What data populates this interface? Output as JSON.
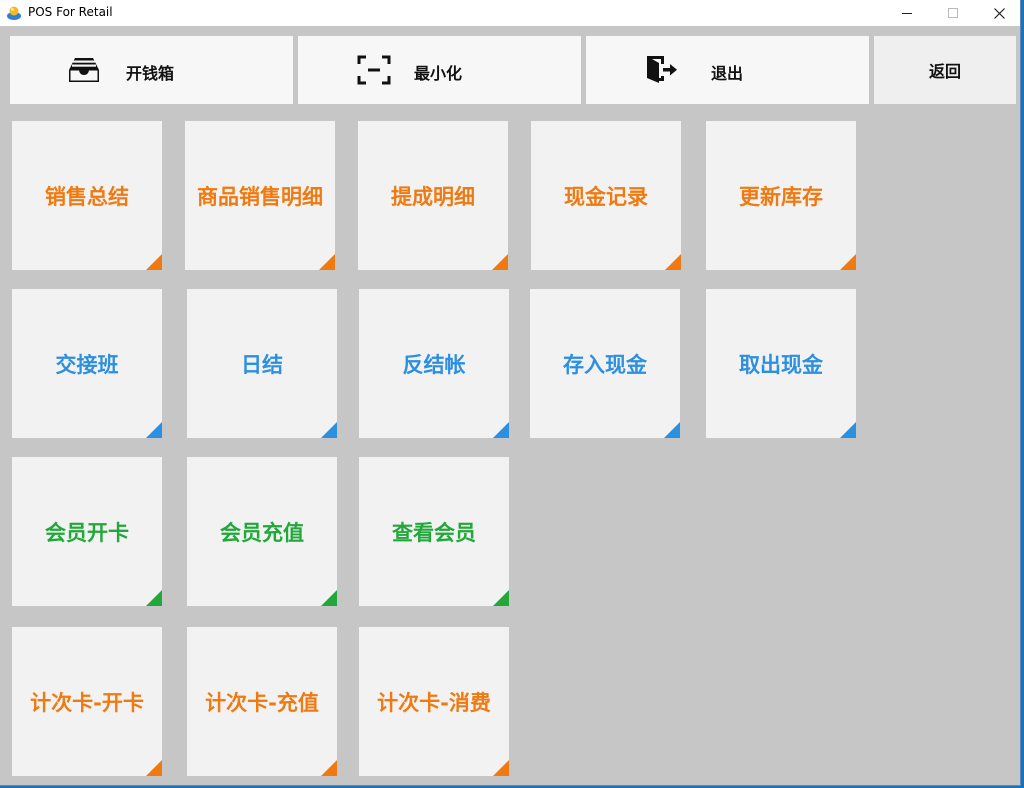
{
  "window": {
    "title": "POS For Retail"
  },
  "toolbar": {
    "cash_drawer_label": "开钱箱",
    "minimize_label": "最小化",
    "exit_label": "退出",
    "back_label": "返回"
  },
  "colors": {
    "orange": "#f07a12",
    "blue": "#2d8fe0",
    "green": "#22a83a"
  },
  "tiles": {
    "row1": [
      "销售总结",
      "商品销售明细",
      "提成明细",
      "现金记录",
      "更新库存"
    ],
    "row2": [
      "交接班",
      "日结",
      "反结帐",
      "存入现金",
      "取出现金"
    ],
    "row3": [
      "会员开卡",
      "会员充值",
      "查看会员"
    ],
    "row4": [
      "计次卡-开卡",
      "计次卡-充值",
      "计次卡-消费"
    ]
  }
}
